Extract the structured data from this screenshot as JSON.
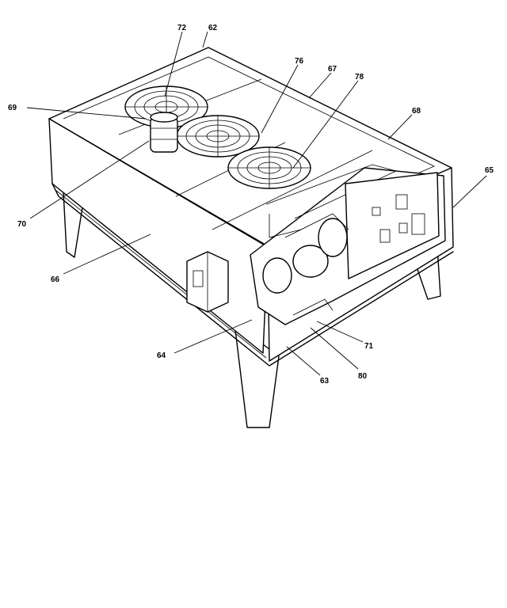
{
  "callouts": {
    "c62": "62",
    "c72": "72",
    "c76": "76",
    "c67": "67",
    "c78": "78",
    "c69": "69",
    "c68": "68",
    "c65": "65",
    "c70": "70",
    "c66": "66",
    "c71": "71",
    "c64": "64",
    "c80": "80",
    "c63": "63"
  }
}
